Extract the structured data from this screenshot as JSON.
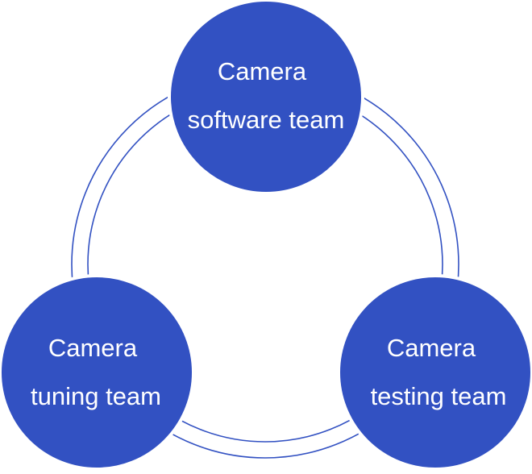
{
  "colors": {
    "node_fill": "#3251C2",
    "ring_stroke": "#3251C2",
    "label_text": "#FFFFFF",
    "background": "#FFFFFF"
  },
  "nodes": [
    {
      "id": "software",
      "line1": "Camera",
      "line2": "software team"
    },
    {
      "id": "tuning",
      "line1": "Camera",
      "line2": "tuning team"
    },
    {
      "id": "testing",
      "line1": "Camera",
      "line2": "testing team"
    }
  ]
}
